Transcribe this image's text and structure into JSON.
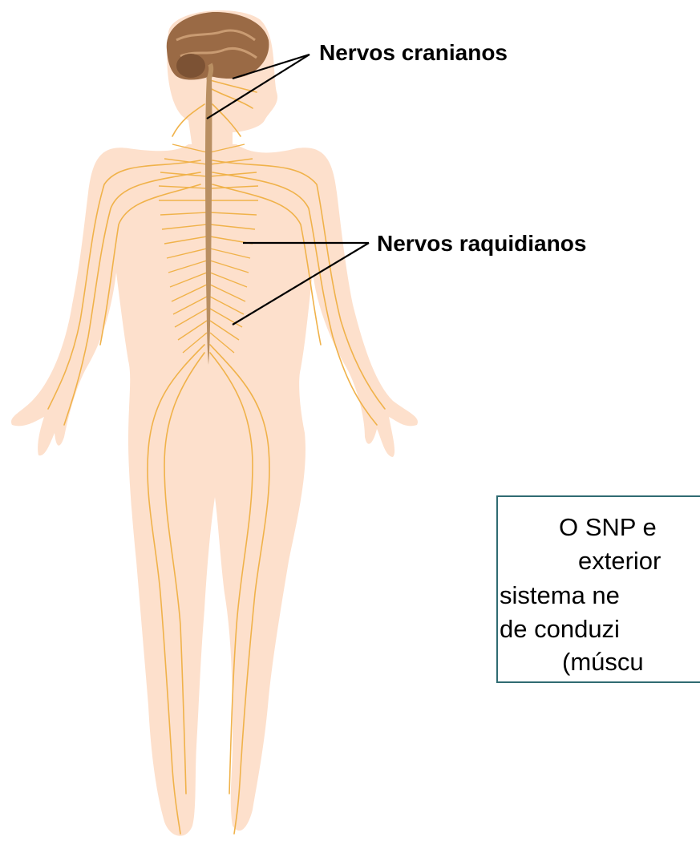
{
  "labels": {
    "cranial_nerves": "Nervos cranianos",
    "spinal_nerves": "Nervos raquidianos"
  },
  "info_box": {
    "lines": [
      "O SNP e",
      "exterior",
      "sistema ne",
      "de conduzi",
      "(múscu"
    ]
  },
  "colors": {
    "skin": "#fde0cc",
    "nerve": "#f0b24a",
    "spine": "#b98f62",
    "brain": "#9a6a45",
    "leader_line": "#000000",
    "box_border": "#2f6b72"
  }
}
